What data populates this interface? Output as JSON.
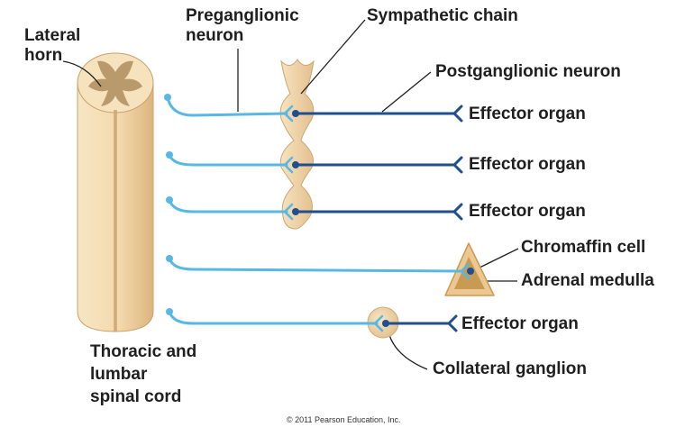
{
  "labels": {
    "lateral_horn": [
      "Lateral",
      "horn"
    ],
    "preganglionic": [
      "Preganglionic",
      "neuron"
    ],
    "sympathetic_chain": "Sympathetic chain",
    "postganglionic": "Postganglionic neuron",
    "effector_organ": "Effector organ",
    "chromaffin_cell": "Chromaffin cell",
    "adrenal_medulla": "Adrenal medulla",
    "collateral_ganglion": "Collateral ganglion",
    "spinal_cord": [
      "Thoracic and",
      "lumbar",
      "spinal cord"
    ]
  },
  "copyright": "© 2011 Pearson Education, Inc.",
  "colors": {
    "cord_fill": "#f4dcb2",
    "cord_shade": "#d8b27c",
    "gray_matter": "#b99a6c",
    "preganglionic_fiber": "#58b7e3",
    "postganglionic_fiber": "#1f4f8f",
    "ganglion_fill": "#f0d2a4",
    "adrenal_outer": "#e8c38c",
    "adrenal_inner": "#c99a52",
    "text": "#1f1f1f"
  }
}
